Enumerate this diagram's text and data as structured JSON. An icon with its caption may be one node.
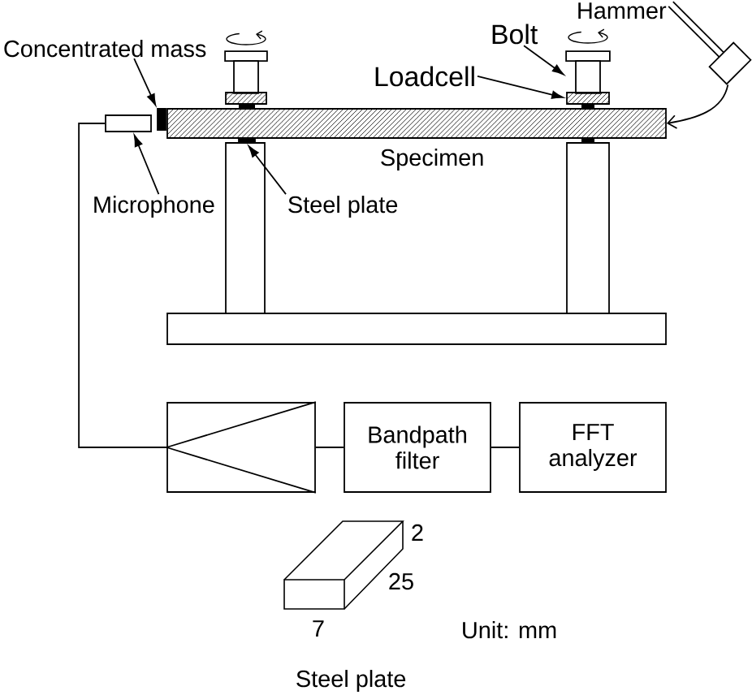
{
  "diagram": {
    "nodes": [
      {
        "text": [
          "Concentrated mass"
        ]
      },
      {
        "text": [],
        "shape": "box"
      },
      {
        "text": [
          "Microphone"
        ]
      },
      {
        "text": [],
        "shape": "box"
      },
      {
        "text": [
          "Steel plate"
        ]
      },
      {
        "text": [],
        "shape": "box"
      },
      {
        "text": [
          "Bolt"
        ]
      },
      {
        "text": [],
        "shape": "picture"
      },
      {
        "text": [],
        "shape": "picture"
      },
      {
        "text": [
          "Loadcell"
        ]
      },
      {
        "text": [],
        "shape": "box"
      },
      {
        "text": [],
        "shape": "box"
      },
      {
        "text": [
          "Hammer"
        ]
      },
      {
        "text": [
          "Specimen"
        ]
      },
      {
        "text": [],
        "shape": "box"
      },
      {
        "text": [],
        "shape": "box"
      },
      {
        "text": [],
        "shape": "box"
      },
      {
        "text": [],
        "shape": "box"
      },
      {
        "text": [
          "Bandpath filter"
        ]
      },
      {
        "text": [
          "FFT analyzer"
        ]
      }
    ],
    "edges": [
      {
        "from": 0,
        "to": 1,
        "arrow": "to"
      },
      {
        "from": 2,
        "to": 3,
        "arrow": "to"
      },
      {
        "from": 4,
        "to": 5,
        "arrow": "to"
      },
      {
        "from": 6,
        "to": 8,
        "arrow": "to"
      },
      {
        "from": 9,
        "to": 11,
        "arrow": "to"
      },
      {
        "from": 12,
        "to": 13,
        "arrow": "to"
      },
      {
        "from": 3,
        "to": 17,
        "arrow": "none"
      },
      {
        "from": 17,
        "to": 18,
        "arrow": "none"
      },
      {
        "from": 18,
        "to": 19,
        "arrow": "none"
      }
    ],
    "labels": [
      "2",
      "25",
      "7",
      "Unit: mm",
      "Steel plate"
    ]
  }
}
